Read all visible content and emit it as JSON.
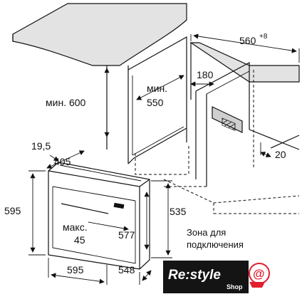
{
  "dimensions": {
    "top_width": "560",
    "top_width_sup": "+8",
    "min_height": "мин. 600",
    "min_depth_line1": "мин.",
    "min_depth_line2": "550",
    "gap_180": "180",
    "gap_20": "20",
    "oven_19_5": "19,5",
    "oven_405": "405",
    "oven_595_height": "595",
    "oven_535": "535",
    "oven_577": "577",
    "max_line1": "макс.",
    "max_line2": "45",
    "oven_595_width": "595",
    "oven_548": "548"
  },
  "connection_zone": {
    "line1": "Зона для",
    "line2": "подключения"
  },
  "logo": {
    "text": "Re:style",
    "sub": "Shop",
    "accent": "#e0202e"
  },
  "colors": {
    "line": "#111111",
    "surface": "#e3e3e3",
    "background": "#ffffff"
  }
}
